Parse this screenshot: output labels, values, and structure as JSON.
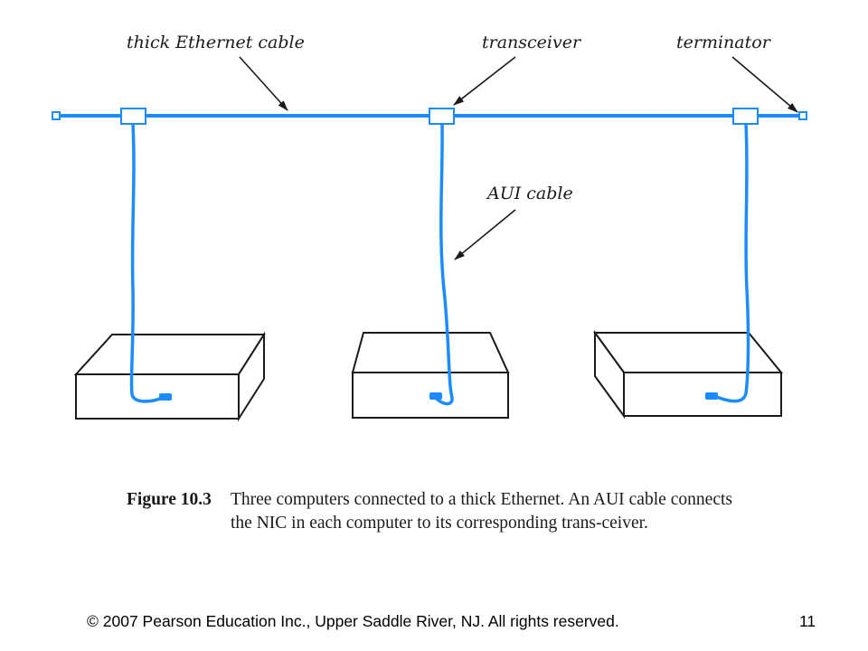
{
  "diagram": {
    "labels": {
      "thick_cable": "thick Ethernet cable",
      "transceiver": "transceiver",
      "terminator": "terminator",
      "aui_cable": "AUI cable"
    },
    "colors": {
      "cable": "#1a8cff",
      "outline": "#1a1a1a",
      "background": "#ffffff"
    }
  },
  "caption": {
    "figure": "Figure 10.3",
    "text": "Three computers connected to a thick Ethernet. An AUI cable connects the NIC in each computer to its corresponding trans-ceiver."
  },
  "footer": {
    "copyright": "© 2007 Pearson Education Inc., Upper Saddle River, NJ. All rights reserved.",
    "page_number": "11"
  }
}
